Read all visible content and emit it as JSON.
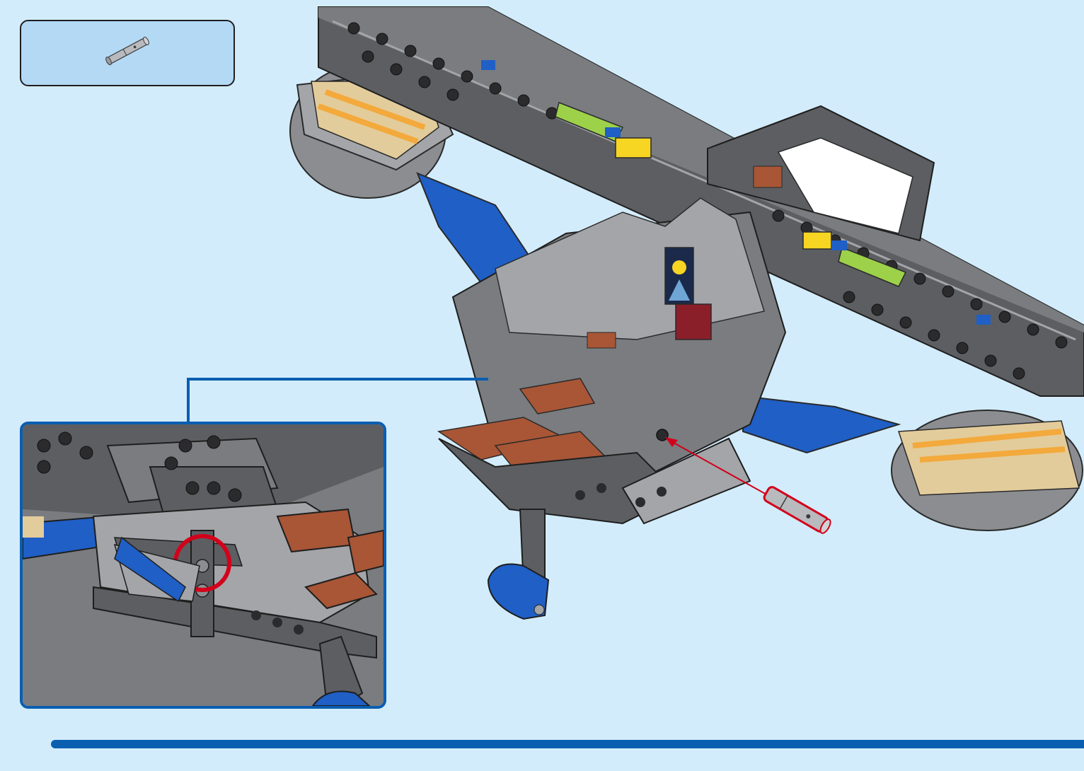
{
  "page": {
    "background": "#d3ecfb",
    "accent": "#0a5eb0",
    "highlight": "#d3001a"
  },
  "parts_needed": [
    {
      "part": "technic-pin-with-axle",
      "color": "light-bluish-gray",
      "quantity_label": ""
    }
  ],
  "model": {
    "description_icon": "lego-spaceship-model",
    "colors": {
      "dark_gray": "#5c5e62",
      "light_gray": "#a3a5a9",
      "blue": "#1f5fc6",
      "tan": "#e3cc9b",
      "orange": "#f3a93c",
      "brown": "#a85636",
      "lime": "#9dd14a",
      "yellow": "#f6d523"
    }
  },
  "callout": {
    "border_color": "#0a5eb0",
    "focus_marker": "red-circle"
  },
  "arrow": {
    "color": "#d3001a",
    "direction": "insert"
  }
}
